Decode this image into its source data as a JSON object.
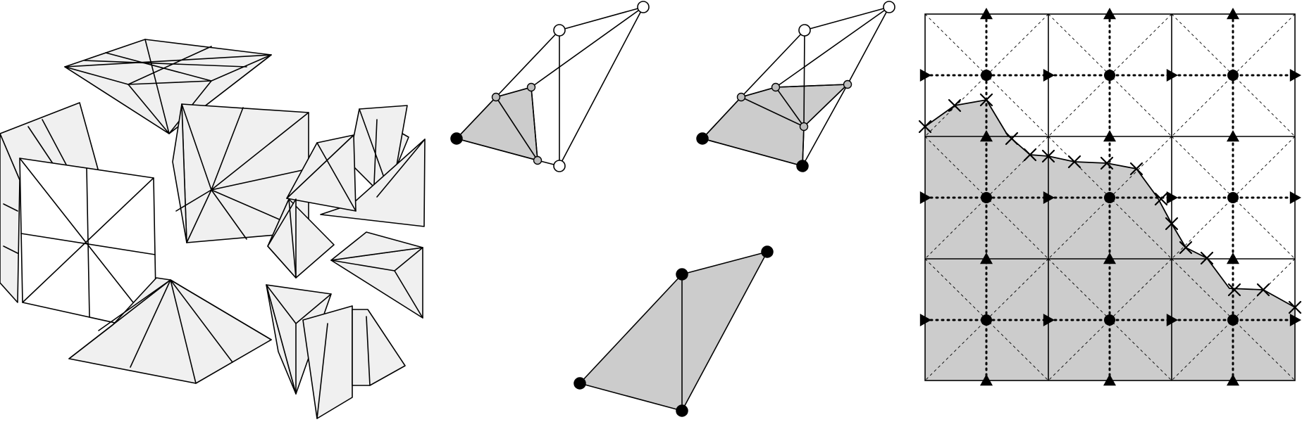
{
  "figure": {
    "panels": [
      {
        "id": "exploded-cube",
        "kind": "3D polyhedral decomposition (pyramids and tetrahedra)"
      },
      {
        "id": "tetrahedron-cases",
        "kind": "three tetrahedra with interpolated isosurface patches"
      },
      {
        "id": "grid-contour",
        "kind": "3x3 grid with dotted dual edges, diagonal subdivision, marked contour"
      }
    ],
    "colors": {
      "line": "#000000",
      "light_face": "#f0f0f0",
      "shaded_region": "#cccccc",
      "grey_vertex": "#bdbdbd"
    },
    "markers": {
      "cell_center": "black-circle",
      "vertical_edge": "black-up-triangle",
      "horizontal_edge": "black-right-triangle",
      "contour_crossing": "x-cross",
      "inside_vertex": "black-circle",
      "outside_vertex": "white-circle",
      "interpolated_vertex": "grey-circle"
    }
  }
}
